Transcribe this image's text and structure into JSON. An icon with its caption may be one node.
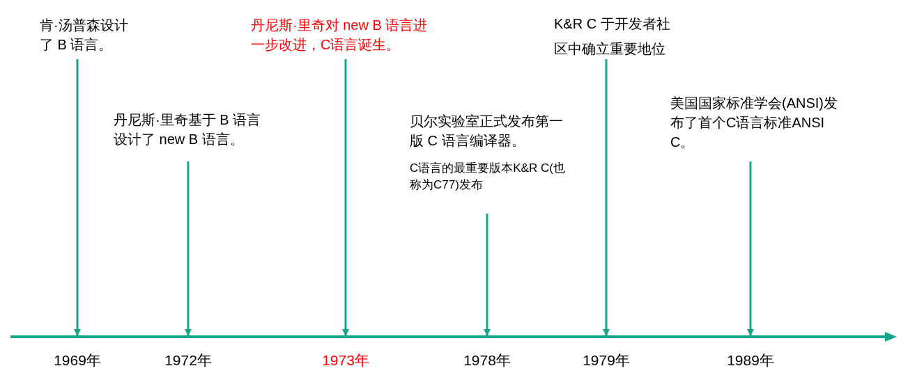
{
  "diagram": {
    "nodes": [
      {
        "text": [
          "肯·汤普森设计了 B 语言。"
        ]
      },
      {
        "text": [
          "丹尼斯·里奇基于 B 语言设计了 new B 语言。"
        ]
      },
      {
        "text": [
          "丹尼斯·里奇对 new B 语言进一步改进，C语言诞生。"
        ]
      },
      {
        "text": [
          "贝尔实验室正式发布第一版 C 语言编译器。",
          "C语言的最重要版本K&R C(也称为C77)发布"
        ]
      },
      {
        "text": [
          "K&R C 于开发者社区中确立重要地位"
        ]
      },
      {
        "text": [
          "美国国家标准学会(ANSI)发布了首个C语言标准ANSI C。"
        ]
      },
      {
        "text": [
          "1969年"
        ]
      },
      {
        "text": [
          "1972年"
        ]
      },
      {
        "text": [
          "1973年"
        ]
      },
      {
        "text": [
          "1978年"
        ]
      },
      {
        "text": [
          "1979年"
        ]
      },
      {
        "text": [
          "1989年"
        ]
      }
    ],
    "edges": [
      {
        "from": 0,
        "to": 6,
        "arrow": "to"
      },
      {
        "from": 1,
        "to": 7,
        "arrow": "to"
      },
      {
        "from": 2,
        "to": 8,
        "arrow": "to"
      },
      {
        "from": 3,
        "to": 9,
        "arrow": "to"
      },
      {
        "from": 4,
        "to": 10,
        "arrow": "to"
      },
      {
        "from": 5,
        "to": 11,
        "arrow": "to"
      }
    ]
  }
}
